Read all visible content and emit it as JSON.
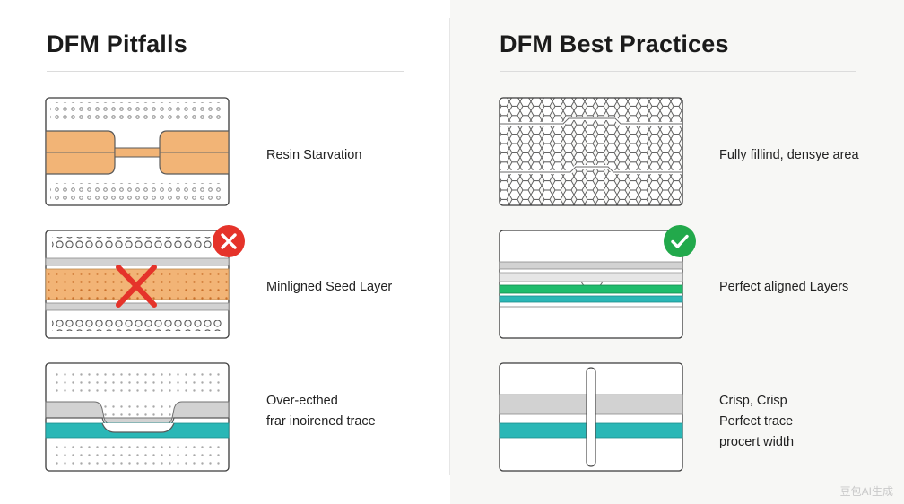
{
  "left": {
    "title": "DFM Pitfalls",
    "items": [
      {
        "label": [
          "Resin Starvation"
        ]
      },
      {
        "label": [
          "Minligned Seed Layer"
        ],
        "badge": "error-x-icon"
      },
      {
        "label": [
          "Over-ecthed",
          "frar inoirened trace"
        ]
      }
    ]
  },
  "right": {
    "title": "DFM Best Practices",
    "items": [
      {
        "label": [
          "Fully fillind, densye area"
        ]
      },
      {
        "label": [
          "Perfect aligned Layers"
        ],
        "badge": "check-icon"
      },
      {
        "label": [
          "Crisp, Crisp",
          "Perfect trace",
          "procert width"
        ]
      }
    ]
  },
  "colors": {
    "resin_orange": "#f2b476",
    "error_red": "#e5332a",
    "success_green": "#22a94b",
    "teal": "#2ab7b6",
    "green_layer": "#1ebc6c",
    "gray_layer": "#d2d2d2",
    "outline": "#3a3a3a"
  },
  "watermark": "豆包AI生成"
}
